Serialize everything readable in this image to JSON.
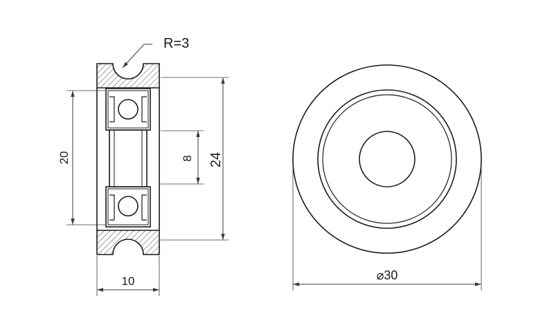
{
  "drawing": {
    "section_view": {
      "groove_radius_label": "R=3",
      "outer_height_label": "24",
      "bearing_height_label": "20",
      "bore_label": "8",
      "width_label": "10"
    },
    "front_view": {
      "diameter_label": "⌀30"
    },
    "colors": {
      "line": "#1a1a1a",
      "dim_line": "#3a3a3a",
      "hatch": "#4a4a4a",
      "background": "#ffffff"
    }
  }
}
